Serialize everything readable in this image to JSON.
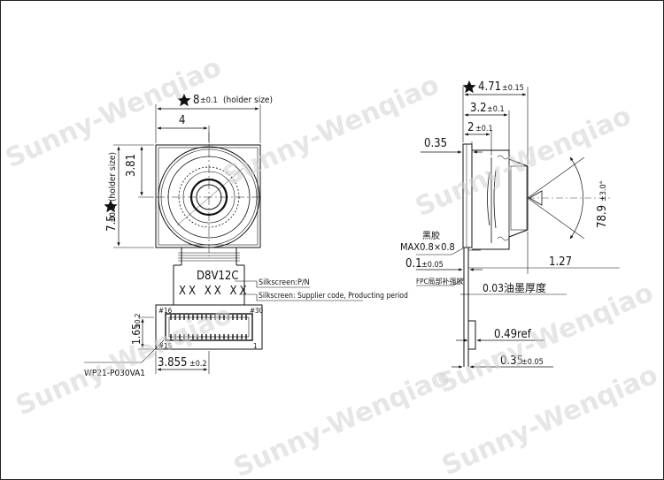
{
  "watermark": "Sunny-Wenqiao",
  "front": {
    "holder_width": "8",
    "holder_width_tol": "±0.1",
    "holder_width_note": "(holder size)",
    "center_offset": "4",
    "center_offset_v": "3.81",
    "holder_height": "7.5",
    "holder_height_tol": "±0.1",
    "holder_height_note": "(holder size)",
    "part_number": "D8V12C",
    "supplier_code": "XX XX XX",
    "silkscreen_pn": "Silkscreen:P/N",
    "silkscreen_supplier": "Silkscreen: Supplier code, Producting period",
    "pin_first": "#16",
    "pin_last": "#30",
    "pin_second": "#15",
    "pin_one": "1",
    "connector_height": "1.65",
    "connector_height_tol": "±0.2",
    "connector_offset": "3.855",
    "connector_offset_tol": "±0.2",
    "connector_part": "WP21-P030VA1"
  },
  "side": {
    "total_height": "4.71",
    "total_height_tol": "±0.15",
    "lens_height": "3.2",
    "lens_height_tol": "±0.1",
    "barrel_height": "2",
    "barrel_height_tol": "±0.1",
    "sensor_gap": "0.35",
    "fov": "78.9",
    "fov_tol": "±3.0°",
    "glue_label": "黑胶",
    "glue_max": "MAX0.8×0.8",
    "fpc_offset": "0.1",
    "fpc_offset_tol": "±0.05",
    "fpc_height": "1.27",
    "fpc_label": "FPC局部补强胶",
    "ink_thickness": "0.03油墨厚度",
    "stiffener": "0.49ref",
    "base": "0.35",
    "base_tol": "±0.05"
  }
}
